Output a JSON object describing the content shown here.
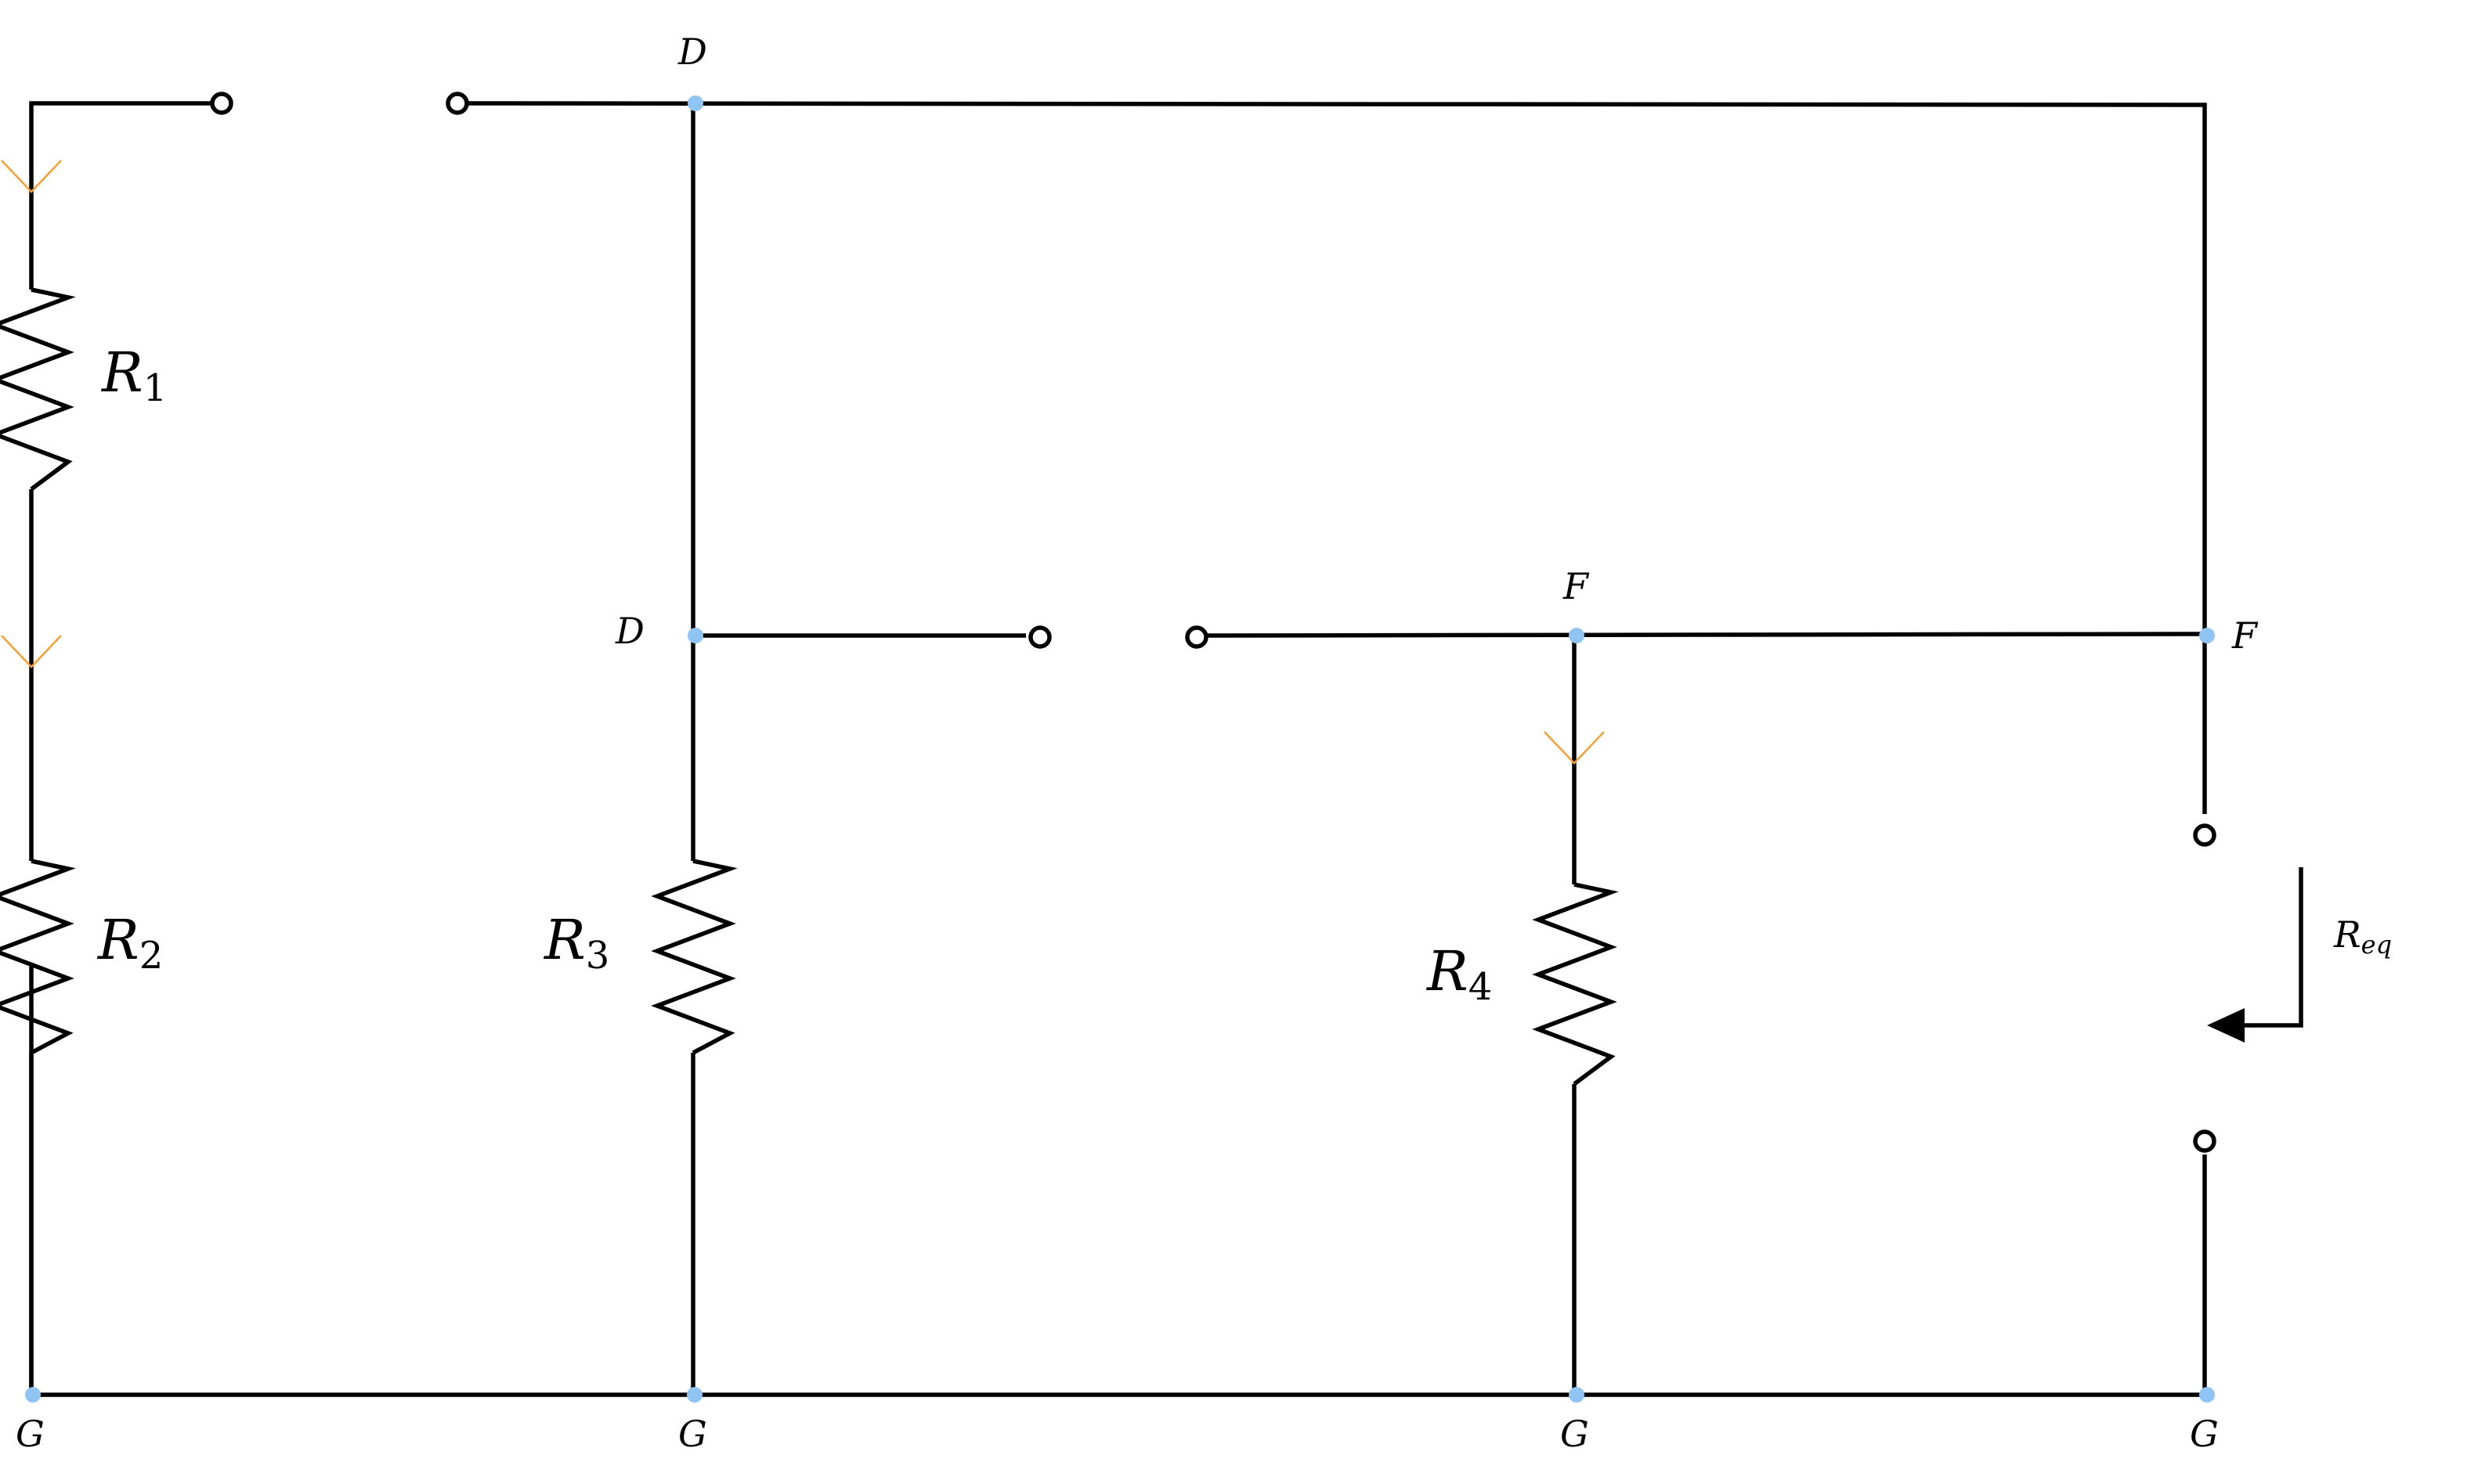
{
  "colors": {
    "wire": "#000000",
    "node_dot": "#90c4f4",
    "current_arrow": "#f5a033"
  },
  "nodes": {
    "top_left_junction": "D",
    "mid_left_junction": "D",
    "mid_right_junction": "F",
    "right_junction": "F",
    "ground_1": "G",
    "ground_2": "G",
    "ground_3": "G",
    "ground_4": "G"
  },
  "resistors": {
    "r1": {
      "symbol": "R",
      "subscript": "1"
    },
    "r2": {
      "symbol": "R",
      "subscript": "2"
    },
    "r3": {
      "symbol": "R",
      "subscript": "3"
    },
    "r4": {
      "symbol": "R",
      "subscript": "4"
    }
  },
  "equivalent": {
    "symbol": "R",
    "subscript": "eq"
  },
  "icons": {
    "current_arrow": "chevron-down-icon",
    "req_arrow": "left-arrow-icon"
  }
}
